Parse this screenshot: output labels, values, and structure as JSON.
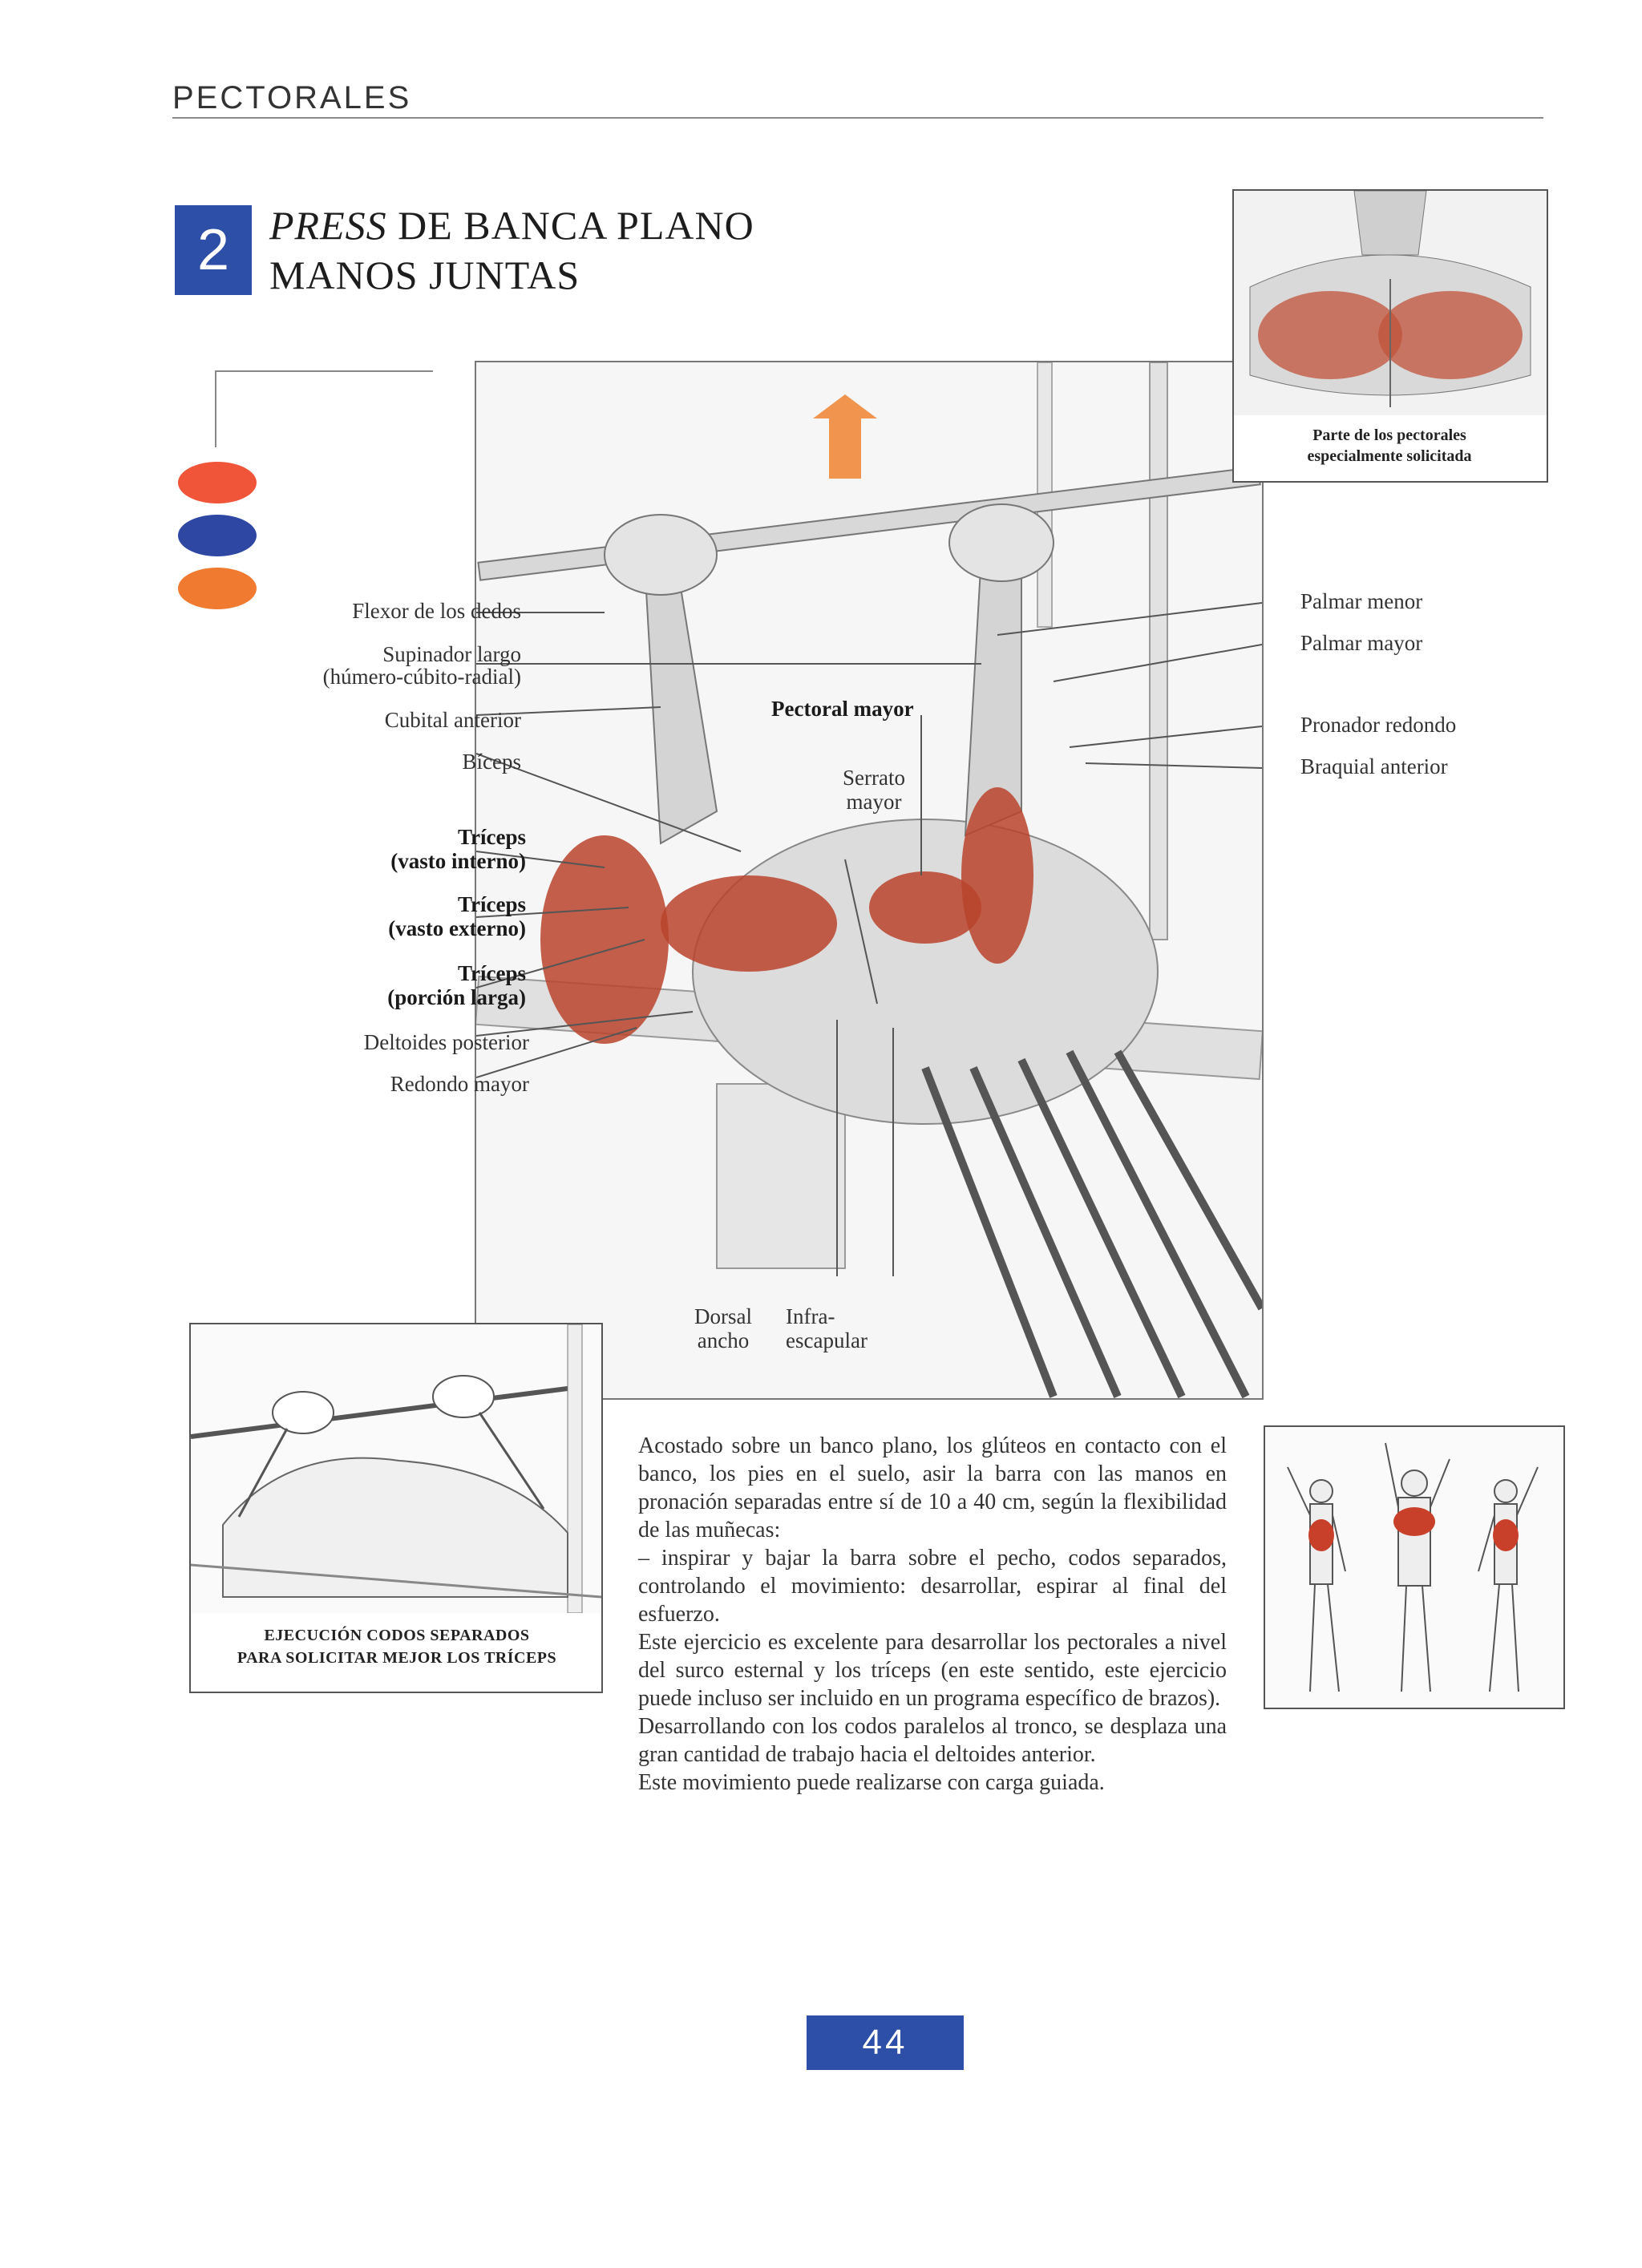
{
  "header": {
    "section": "PECTORALES"
  },
  "exercise": {
    "number": "2",
    "title_emph": "PRESS",
    "title_line1_rest": " DE BANCA PLANO",
    "title_line2": "MANOS JUNTAS"
  },
  "difficulty_dots": [
    {
      "color": "#f0553a",
      "icon": "red-oval"
    },
    {
      "color": "#2e47a3",
      "icon": "blue-oval"
    },
    {
      "color": "#f07a30",
      "icon": "orange-oval"
    }
  ],
  "colors": {
    "accent_blue": "#2e4fa8",
    "muscle_red": "#b8432c",
    "arrow_orange": "#f08030"
  },
  "labels_left": [
    {
      "text": "Flexor de los dedos",
      "bold": false
    },
    {
      "text": "Supinador largo",
      "bold": false
    },
    {
      "text": "(húmero-cúbito-radial)",
      "bold": false
    },
    {
      "text": "Cubital anterior",
      "bold": false
    },
    {
      "text": "Bíceps",
      "bold": false
    },
    {
      "text": "Tríceps",
      "bold": true
    },
    {
      "text": "(vasto interno)",
      "bold": true
    },
    {
      "text": "Tríceps",
      "bold": true
    },
    {
      "text": "(vasto externo)",
      "bold": true
    },
    {
      "text": "Tríceps",
      "bold": true
    },
    {
      "text": "(porción larga)",
      "bold": true
    },
    {
      "text": "Deltoides posterior",
      "bold": false
    },
    {
      "text": "Redondo mayor",
      "bold": false
    }
  ],
  "labels_right": [
    {
      "text": "Palmar menor"
    },
    {
      "text": "Palmar mayor"
    },
    {
      "text": "Pronador redondo"
    },
    {
      "text": "Braquial anterior"
    }
  ],
  "labels_center": {
    "pectoral": "Pectoral mayor",
    "serrato_1": "Serrato",
    "serrato_2": "mayor",
    "dorsal_1": "Dorsal",
    "dorsal_2": "ancho",
    "infra_1": "Infra-",
    "infra_2": "escapular"
  },
  "inset_top": {
    "caption_1": "Parte de los pectorales",
    "caption_2": "especialmente solicitada"
  },
  "inset_left": {
    "caption_1": "EJECUCIÓN CODOS SEPARADOS",
    "caption_2": "PARA SOLICITAR MEJOR LOS TRÍCEPS"
  },
  "body": {
    "p1": "Acostado sobre un banco plano, los glúteos en contacto con el banco, los pies en el suelo, asir la barra con las manos en pronación separadas entre sí de 10 a 40 cm, según la flexibilidad de las muñecas:",
    "p2": "– inspirar y bajar la barra sobre el pecho, codos separados, controlando el movimiento: desarrollar, espirar al final del esfuerzo.",
    "p3": "Este ejercicio es excelente para desarrollar los pectorales a nivel del surco esternal y los tríceps (en este sentido, este ejercicio puede incluso ser incluido en un programa específico de brazos).",
    "p4": "Desarrollando con los codos paralelos al tronco, se desplaza una gran cantidad de trabajo hacia el deltoides anterior.",
    "p5": "Este movimiento puede realizarse con carga guiada."
  },
  "page_number": "44"
}
